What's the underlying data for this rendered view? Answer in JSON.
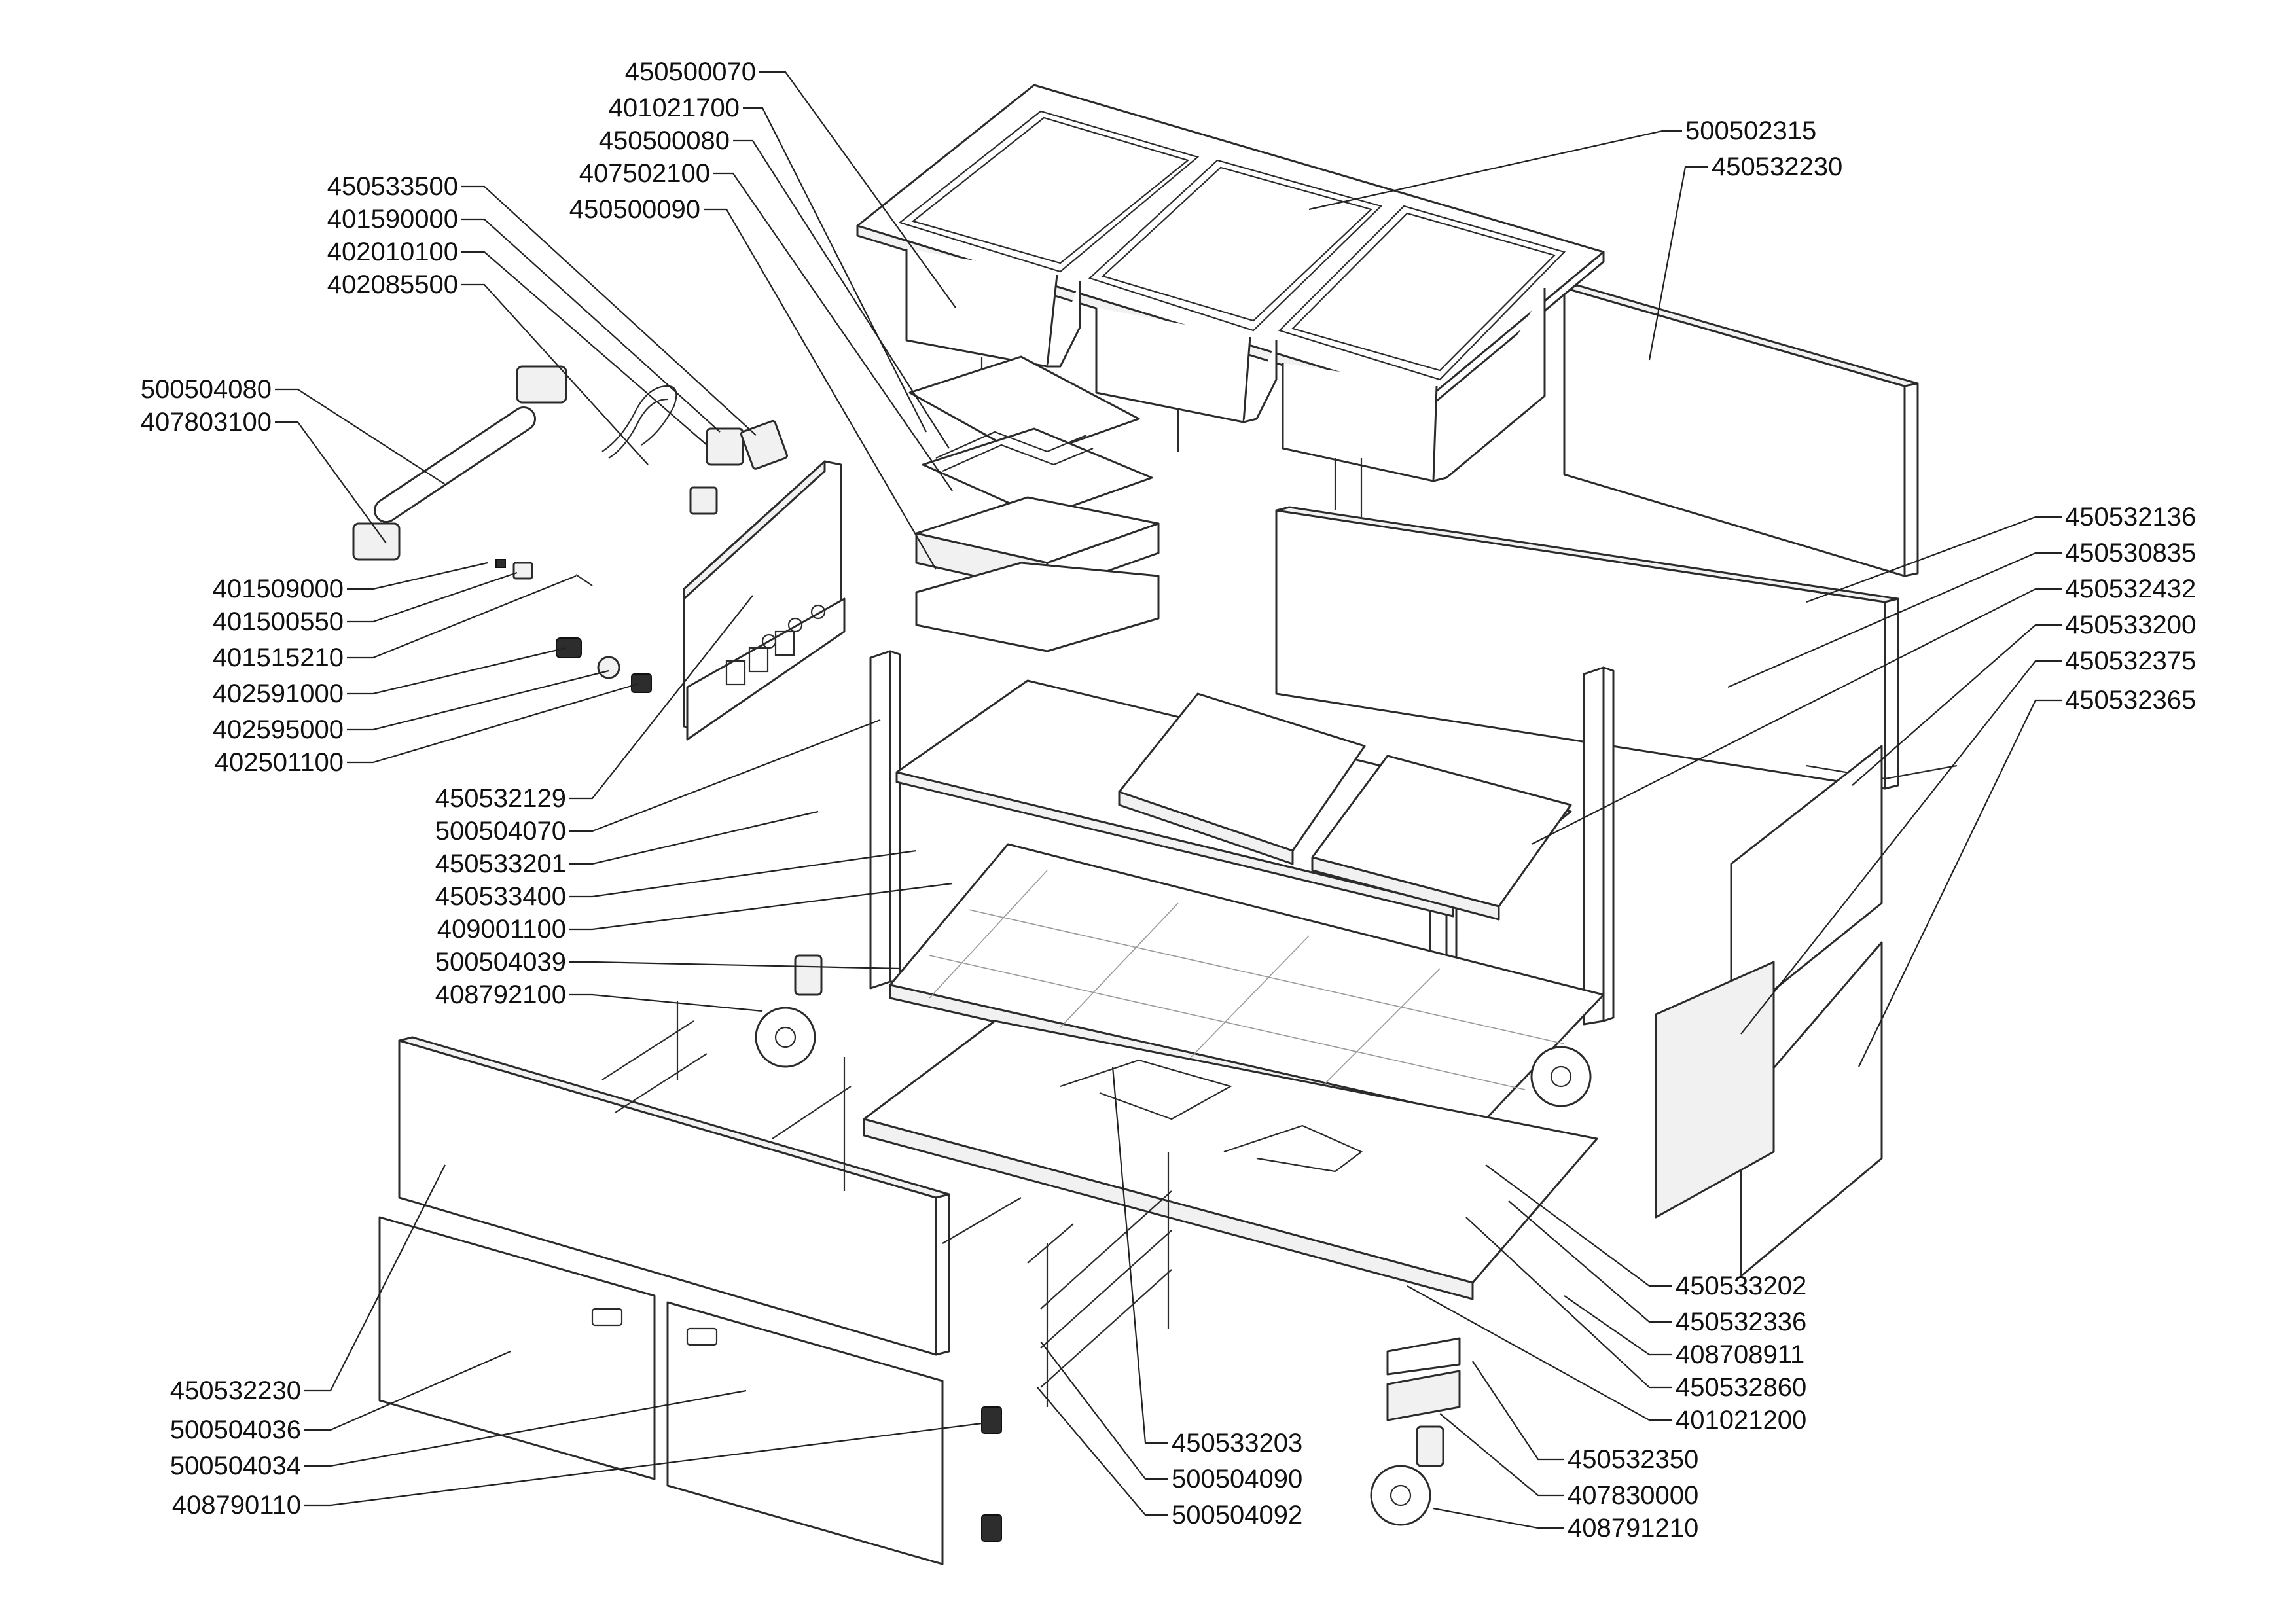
{
  "labels_left": [
    "450500070",
    "401021700",
    "450500080",
    "407502100",
    "450500090",
    "450533500",
    "401590000",
    "402010100",
    "402085500",
    "500504080",
    "407803100",
    "401509000",
    "401500550",
    "401515210",
    "402591000",
    "402595000",
    "402501100",
    "450532129",
    "500504070",
    "450533201",
    "450533400",
    "409001100",
    "500504039",
    "408792100",
    "450532230",
    "500504036",
    "500504034",
    "408790110"
  ],
  "labels_right": [
    "500502315",
    "450532230",
    "450532136",
    "450530835",
    "450532432",
    "450533200",
    "450532375",
    "450532365",
    "450533202",
    "450532336",
    "408708911",
    "450532860",
    "401021200",
    "450533203",
    "500504090",
    "500504092",
    "450532350",
    "407830000",
    "408791210"
  ]
}
